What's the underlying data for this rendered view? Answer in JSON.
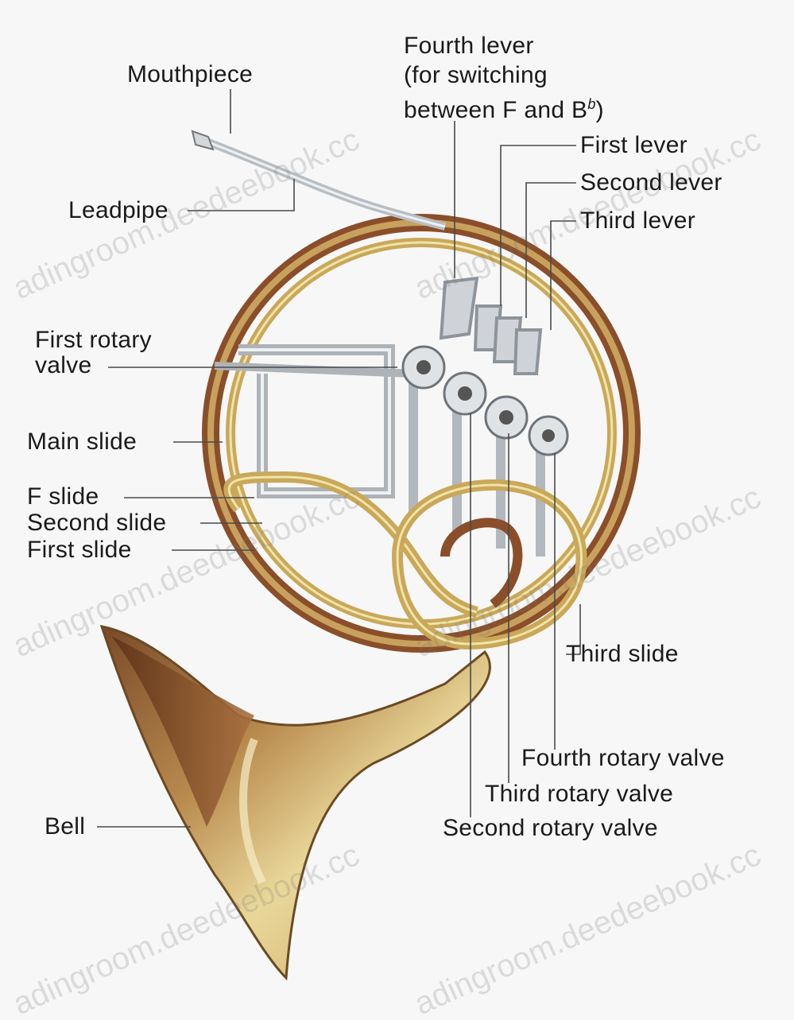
{
  "colors": {
    "brass": "#c9a85a",
    "copper": "#8a4f2a",
    "silver": "#c8cdd2",
    "leader": "#4a4a4a",
    "text": "#1a1a1a"
  },
  "labels": {
    "mouthpiece": "Mouthpiece",
    "leadpipe": "Leadpipe",
    "fourth_lever_1": "Fourth lever",
    "fourth_lever_2": "(for switching",
    "fourth_lever_3": "between F and B",
    "fourth_lever_flat": "b",
    "fourth_lever_close": ")",
    "first_lever": "First lever",
    "second_lever": "Second lever",
    "third_lever": "Third lever",
    "first_rotary_valve_1": "First rotary",
    "first_rotary_valve_2": "valve",
    "main_slide": "Main slide",
    "f_slide": "F slide",
    "second_slide": "Second slide",
    "first_slide": "First slide",
    "third_slide": "Third slide",
    "fourth_rotary_valve": "Fourth rotary valve",
    "third_rotary_valve": "Third rotary valve",
    "second_rotary_valve": "Second rotary valve",
    "bell": "Bell"
  },
  "watermarks": [
    "adingroom.deedeebook.cc",
    "adingroom.deedeebook.cc",
    "adingroom.deedeebook.cc",
    "adingroom.deedeebook.cc",
    "adingroom.deedeebook.cc",
    "adingroom.deedeebook.cc"
  ]
}
